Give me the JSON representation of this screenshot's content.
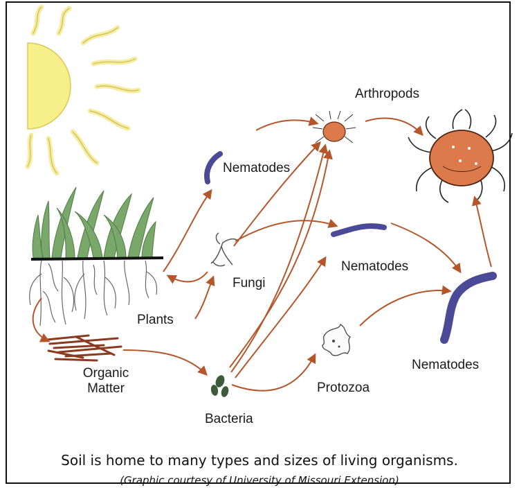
{
  "labels": {
    "arthropods": "Arthropods",
    "nematodes_top": "Nematodes",
    "nematodes_middle": "Nematodes",
    "nematodes_right": "Nematodes",
    "fungi": "Fungi",
    "plants": "Plants",
    "organic_matter_line1": "Organic",
    "organic_matter_line2": "Matter",
    "bacteria": "Bacteria",
    "protozoa": "Protozoa"
  },
  "caption": {
    "main": "Soil is home to many types and sizes of living organisms.",
    "credit": "(Graphic courtesy of University of Missouri Extension)"
  },
  "colors": {
    "arrow": "#b5552a",
    "sun_fill": "#f7ef8a",
    "sun_stroke": "#d8c85a",
    "nematode": "#4b4a97",
    "mite": "#dc7a4b",
    "grass": "#6a9a5a",
    "bacteria": "#3d5a3a",
    "organic_matter": "#8b3a20"
  }
}
